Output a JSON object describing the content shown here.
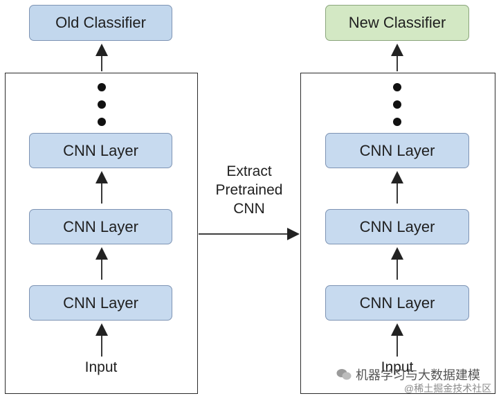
{
  "left": {
    "classifier": "Old Classifier",
    "layers": [
      "CNN Layer",
      "CNN Layer",
      "CNN Layer"
    ],
    "input": "Input"
  },
  "right": {
    "classifier": "New Classifier",
    "layers": [
      "CNN Layer",
      "CNN Layer",
      "CNN Layer"
    ],
    "input": "Input"
  },
  "transfer_label": "Extract\nPretrained\nCNN",
  "watermark": {
    "line1": "机器学习与大数据建模",
    "line2": "@稀土掘金技术社区"
  },
  "colors": {
    "layer_fill": "#c7daef",
    "new_classifier_fill": "#d3e8c4",
    "border": "#7d93b3"
  }
}
